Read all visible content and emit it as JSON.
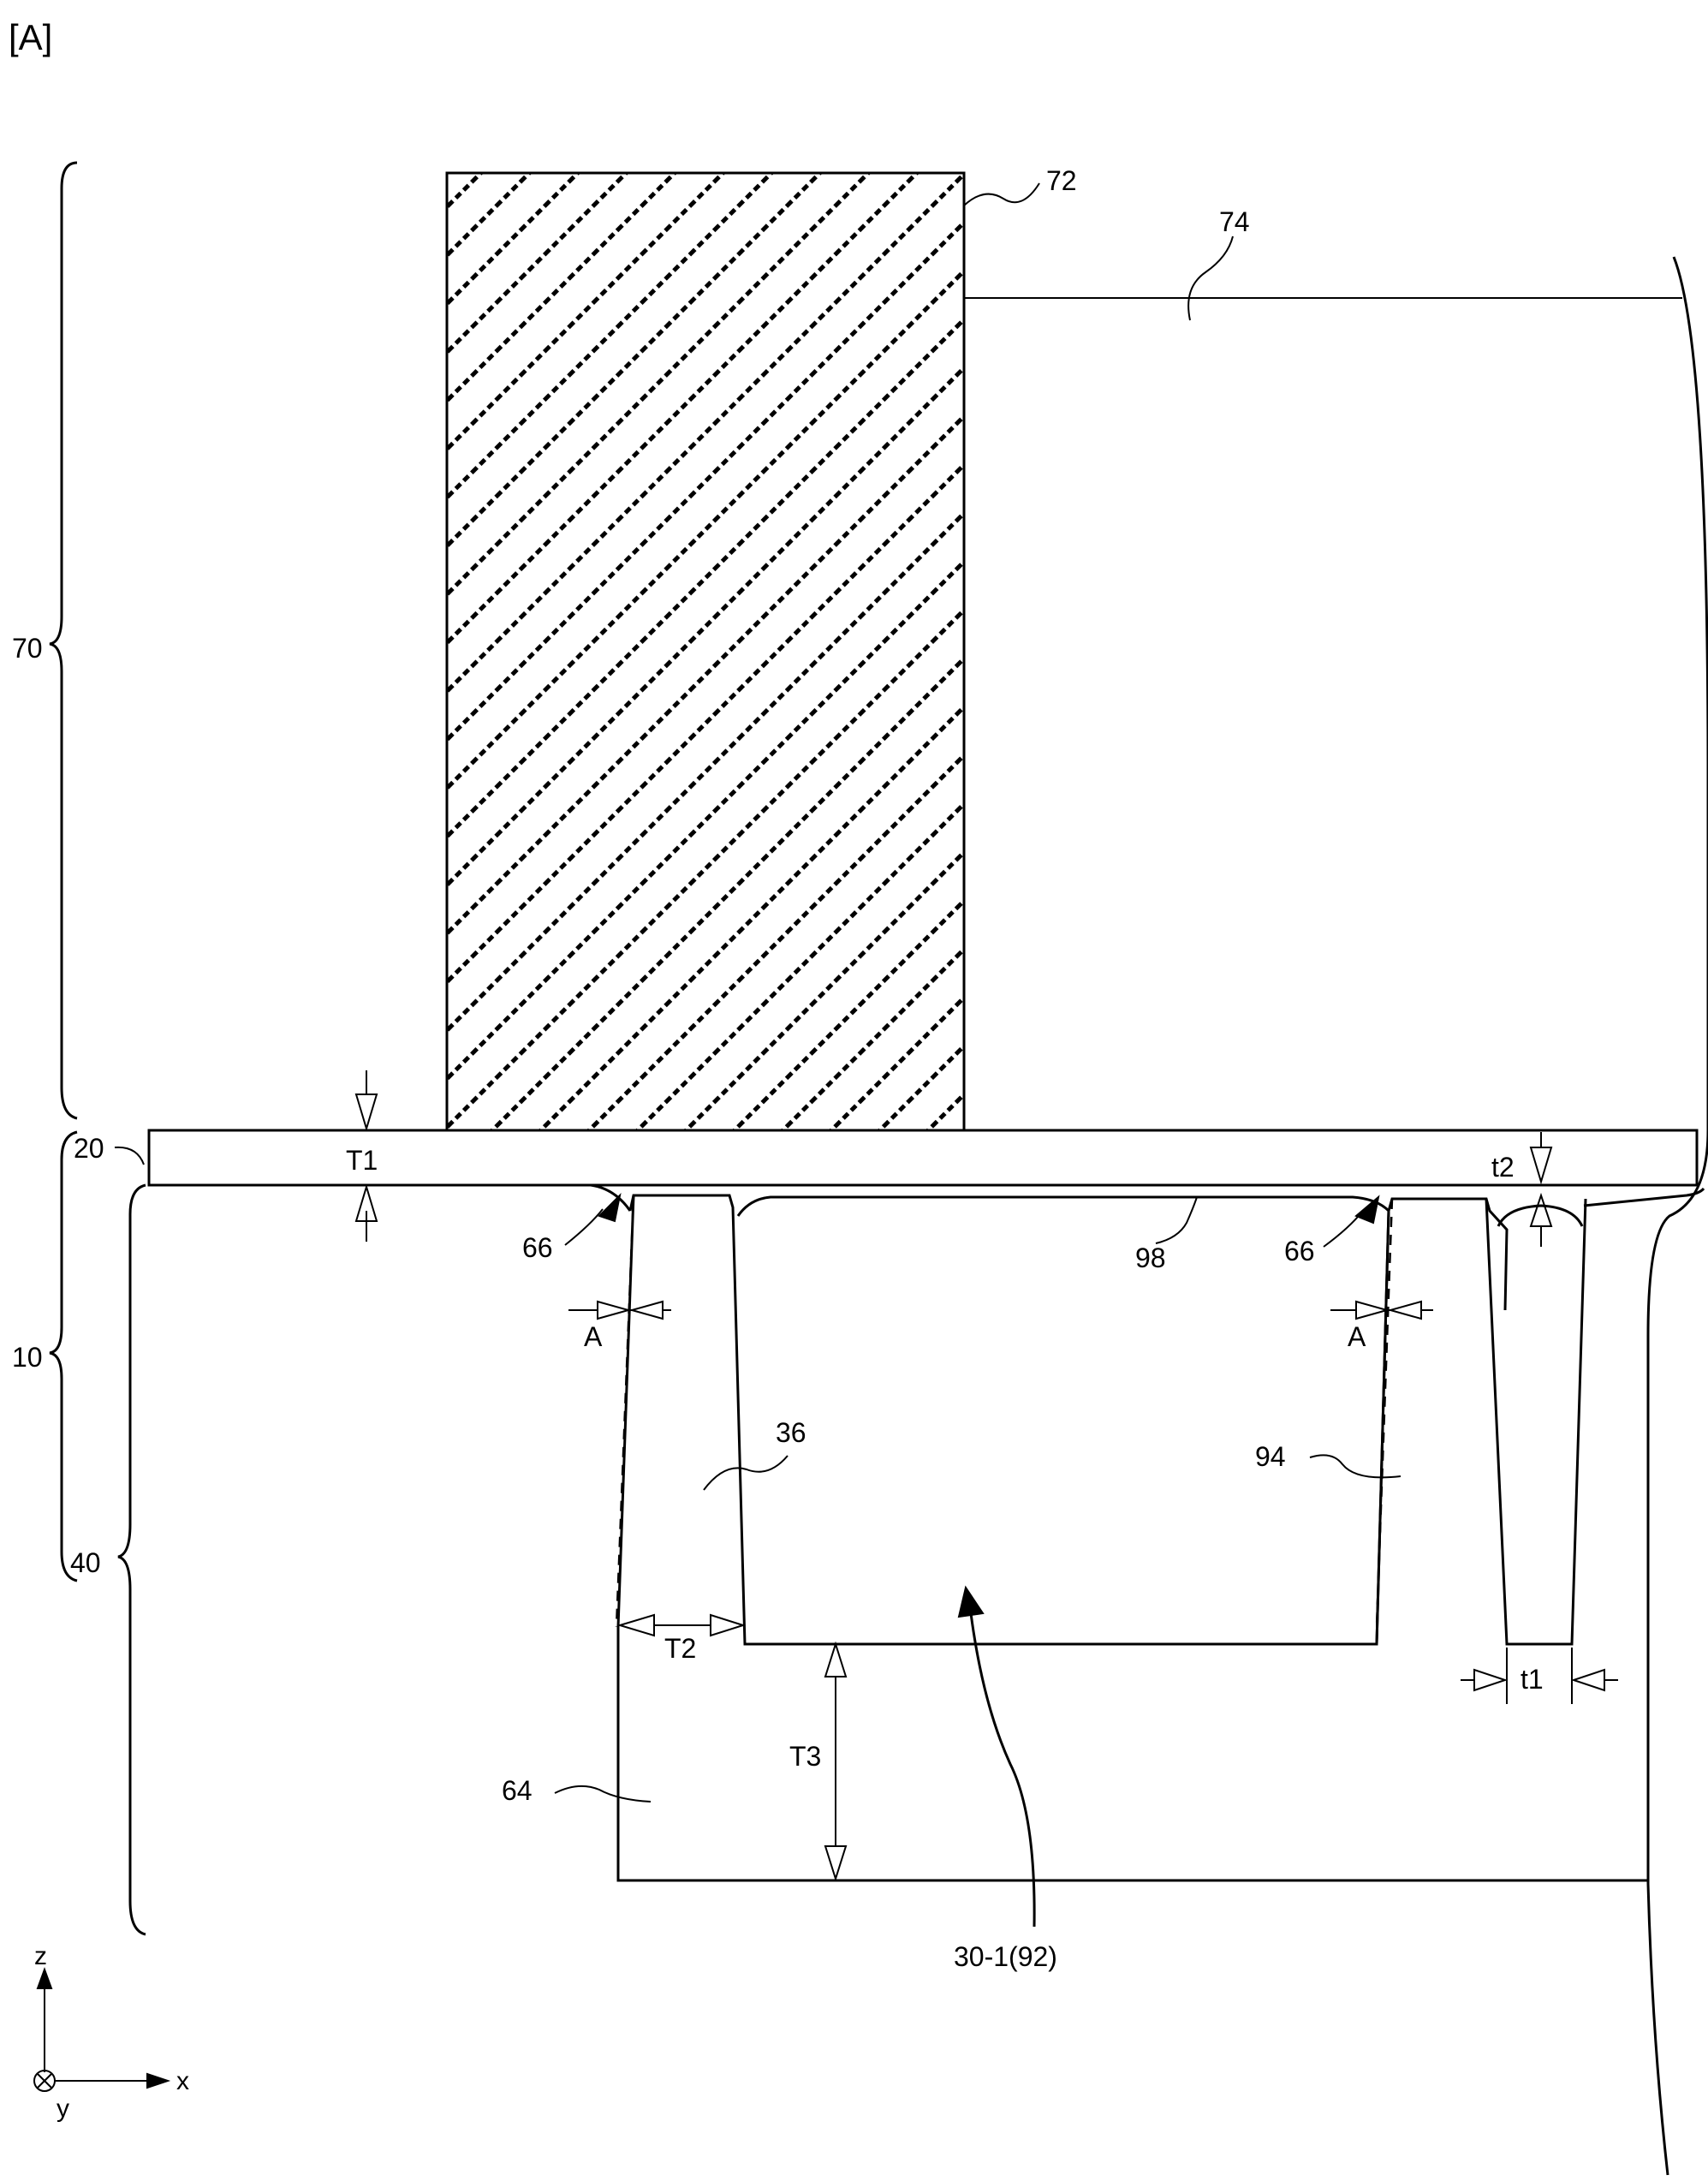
{
  "figure_label": "[A]",
  "colors": {
    "ink": "#000000",
    "paper": "#ffffff"
  },
  "labels": {
    "r70": "70",
    "r10": "10",
    "r20": "20",
    "r40": "40",
    "r72": "72",
    "r74": "74",
    "r98": "98",
    "r66_left": "66",
    "r66_right": "66",
    "r36": "36",
    "r94": "94",
    "r64": "64",
    "r30": "30-1(92)",
    "dim_T1": "T1",
    "dim_T2": "T2",
    "dim_T3": "T3",
    "dim_t1": "t1",
    "dim_t2": "t2",
    "dim_A_left": "A",
    "dim_A_right": "A"
  },
  "axes": {
    "z": "z",
    "x": "x",
    "y": "y"
  }
}
